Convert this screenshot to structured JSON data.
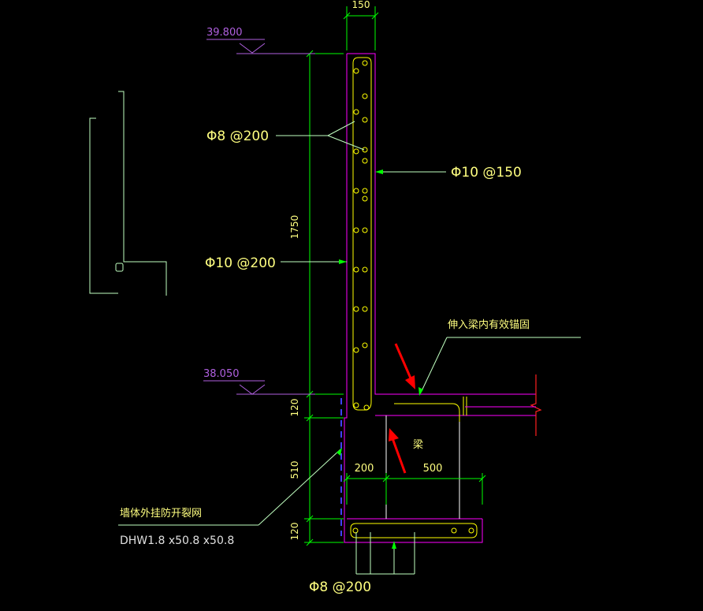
{
  "colors": {
    "background": "#000000",
    "concrete_outline": "#ff00ff",
    "rebar": "#ffff00",
    "dimension": "#00ff00",
    "leader": "#c0ffc0",
    "label_text": "#ffff80",
    "elevation_text": "#b060e0",
    "break_line": "#ff2020",
    "highlight_arrow": "#ff0000",
    "mesh_line": "#4040ff",
    "outline_white": "#ffffff"
  },
  "elevations": {
    "top": "39.800",
    "bottom": "38.050"
  },
  "dimensions": {
    "wall_thickness": "150",
    "parapet_height": "1750",
    "slab_thickness": "120",
    "beam_depth": "510",
    "bottom_thickness": "120",
    "beam_offset": "200",
    "beam_width": "500"
  },
  "labels": {
    "rebar_inner": "Φ8 @200",
    "rebar_outer_top": "Φ10 @150",
    "rebar_outer_mid": "Φ10 @200",
    "anchorage_note": "伸入梁内有效锚固",
    "beam_label": "梁",
    "mesh_note": "墙体外挂防开裂网",
    "mesh_spec": "DHW1.8 x50.8 x50.8",
    "rebar_bottom": "Φ8 @200"
  },
  "icons": {
    "elevation_marker": "triangle-elevation-icon",
    "highlight_arrow": "red-arrow-icon",
    "break_symbol": "break-line-icon"
  }
}
